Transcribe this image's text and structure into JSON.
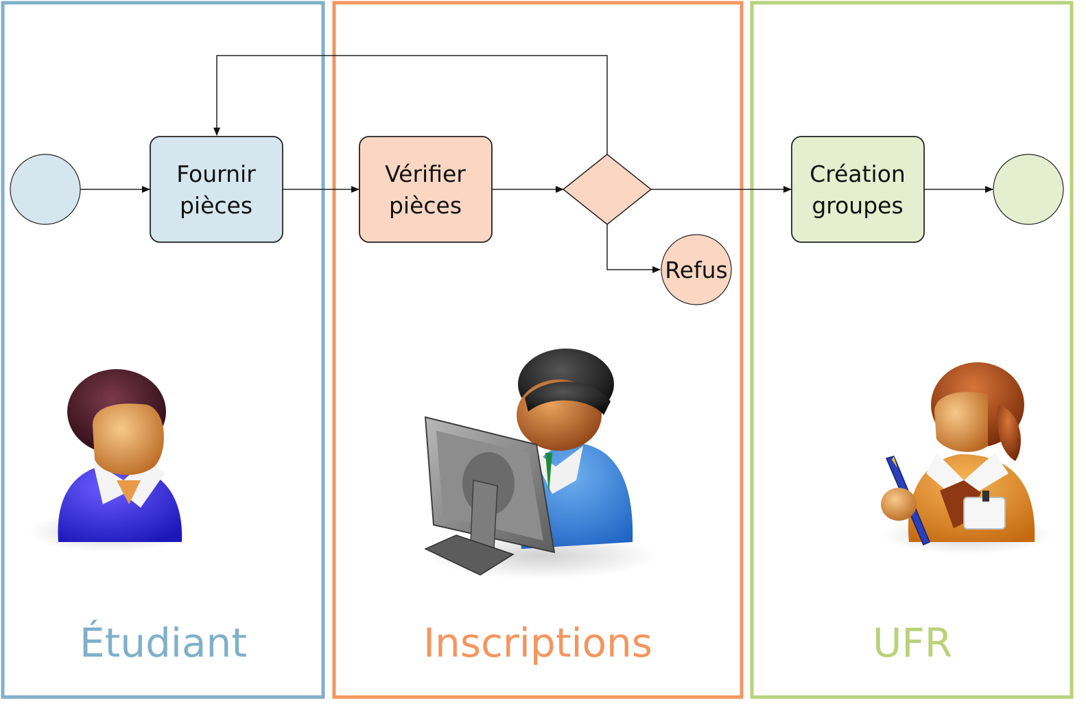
{
  "lanes": [
    {
      "label": "Étudiant",
      "color": "#7fb0c9"
    },
    {
      "label": "Inscriptions",
      "color": "#f4955e"
    },
    {
      "label": "UFR",
      "color": "#b9d27a"
    }
  ],
  "nodes": {
    "fournir": {
      "line1": "Fournir",
      "line2": "pièces"
    },
    "verifier": {
      "line1": "Vérifier",
      "line2": "pièces"
    },
    "creation": {
      "line1": "Création",
      "line2": "groupes"
    },
    "refus": {
      "label": "Refus"
    }
  },
  "colors": {
    "student_fill": "#d6e6ef",
    "inscriptions_fill": "#fbd7c3",
    "ufr_fill": "#e5efcf",
    "edge": "#222222"
  },
  "actors": [
    {
      "icon": "student-person-icon"
    },
    {
      "icon": "clerk-at-computer-icon"
    },
    {
      "icon": "staff-with-pen-icon"
    }
  ]
}
